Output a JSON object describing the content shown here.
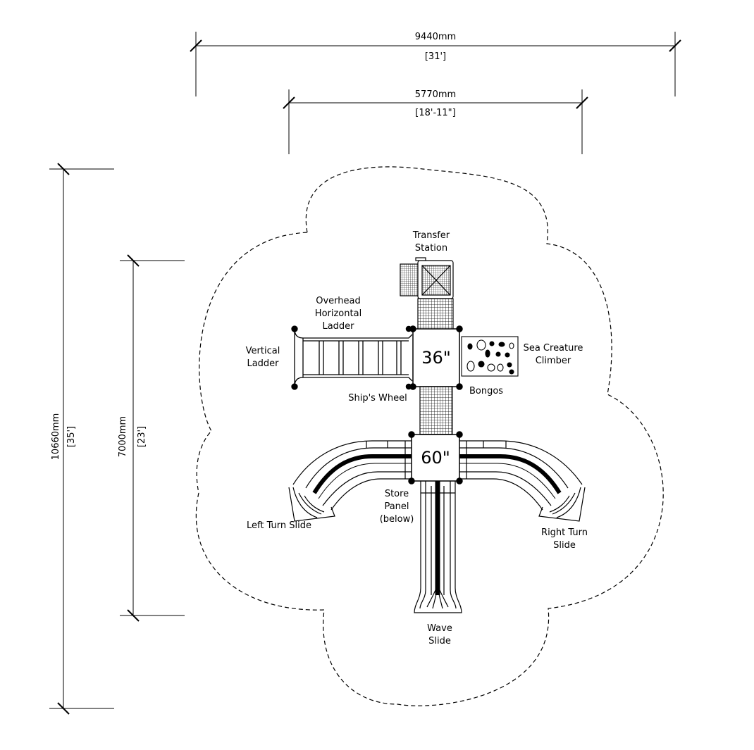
{
  "dimensions": {
    "width_total_mm": "9440mm",
    "width_total_ft": "[31']",
    "width_inner_mm": "5770mm",
    "width_inner_ft": "[18'-11\"]",
    "height_total_mm": "10660mm",
    "height_total_ft": "[35']",
    "height_inner_mm": "7000mm",
    "height_inner_ft": "[23']"
  },
  "decks": {
    "upper": "36\"",
    "lower": "60\""
  },
  "labels": {
    "transfer_station_1": "Transfer",
    "transfer_station_2": "Station",
    "overhead_1": "Overhead",
    "overhead_2": "Horizontal",
    "overhead_3": "Ladder",
    "vertical_ladder_1": "Vertical",
    "vertical_ladder_2": "Ladder",
    "sea_creature_1": "Sea Creature",
    "sea_creature_2": "Climber",
    "bongos": "Bongos",
    "ships_wheel": "Ship's Wheel",
    "store_panel_1": "Store",
    "store_panel_2": "Panel",
    "store_panel_3": "(below)",
    "left_turn_slide": "Left Turn Slide",
    "right_turn_slide_1": "Right Turn",
    "right_turn_slide_2": "Slide",
    "wave_slide_1": "Wave",
    "wave_slide_2": "Slide"
  },
  "colors": {
    "line": "#000000",
    "background": "#ffffff"
  }
}
